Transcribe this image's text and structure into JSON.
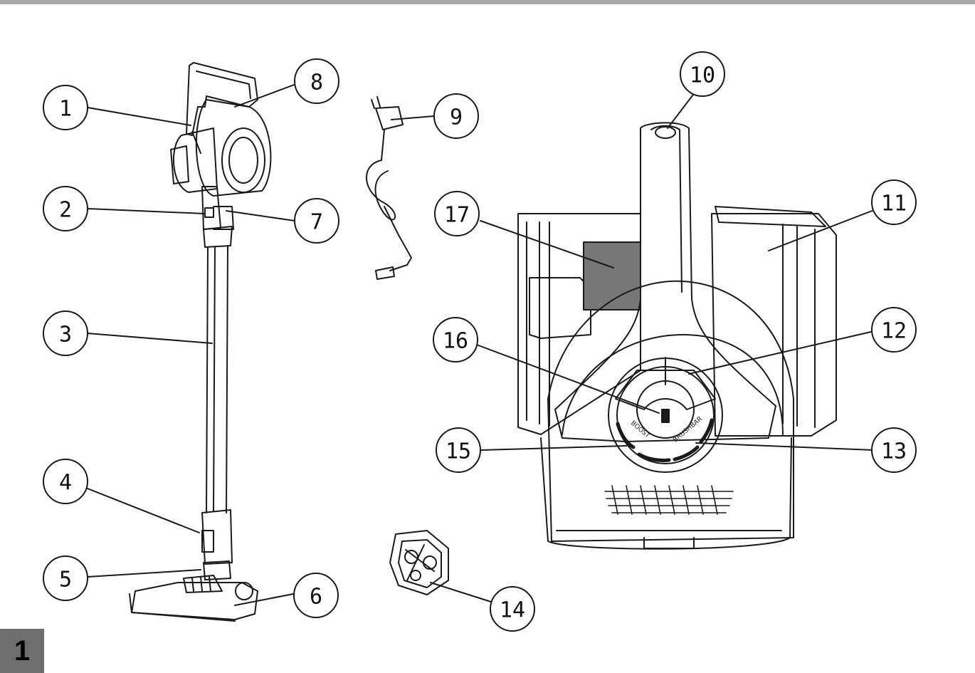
{
  "figure_number": "1",
  "colors": {
    "ink": "#1a1a1a",
    "rule": "#a9a9a9",
    "badge": "#6e6e6e"
  },
  "callouts": [
    {
      "label": "1"
    },
    {
      "label": "2"
    },
    {
      "label": "3"
    },
    {
      "label": "4"
    },
    {
      "label": "5"
    },
    {
      "label": "6"
    },
    {
      "label": "7"
    },
    {
      "label": "8"
    },
    {
      "label": "9"
    },
    {
      "label": "10"
    },
    {
      "label": "11"
    },
    {
      "label": "12"
    },
    {
      "label": "13"
    },
    {
      "label": "14"
    },
    {
      "label": "15"
    },
    {
      "label": "16"
    },
    {
      "label": "17"
    }
  ],
  "button_labels": {
    "boost": "BOOST",
    "brushbar": "BRUSHBAR"
  }
}
